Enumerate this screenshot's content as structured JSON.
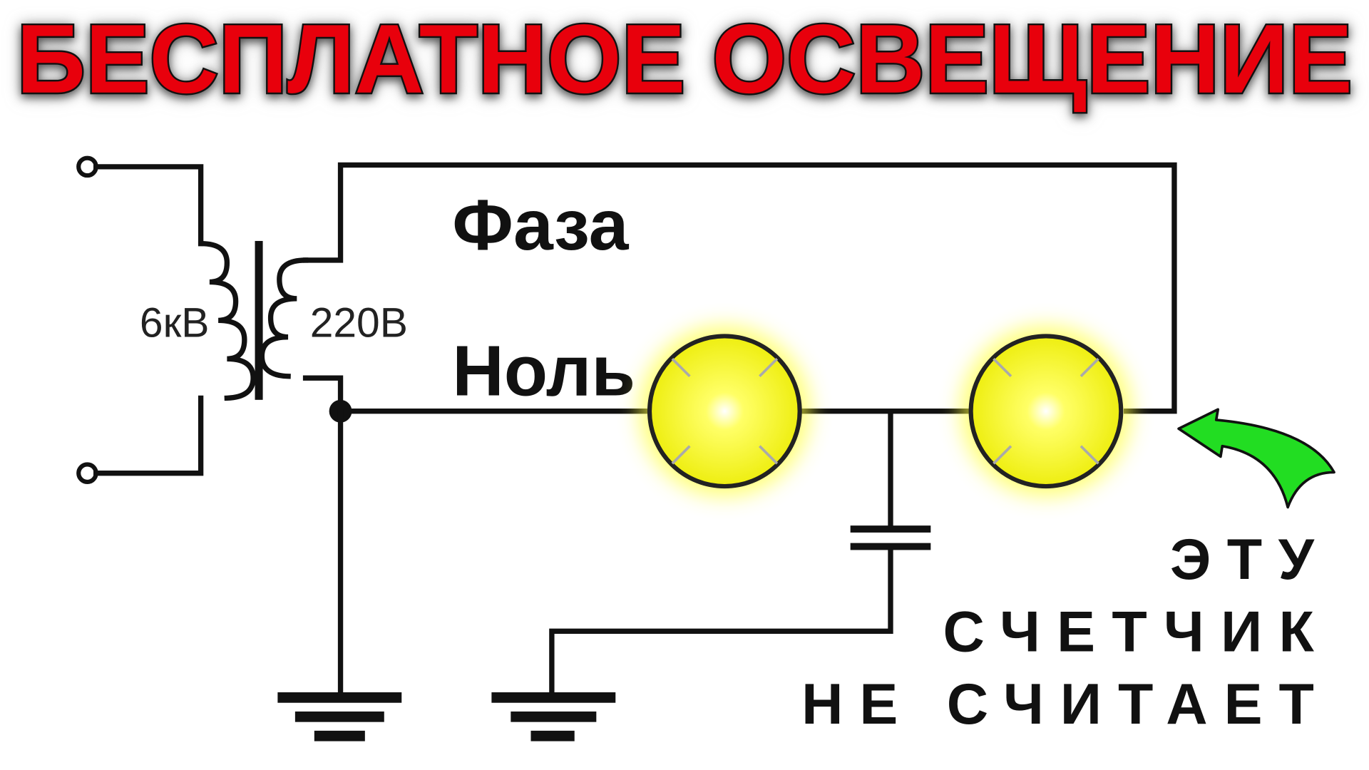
{
  "title": "БЕСПЛАТНОЕ ОСВЕЩЕНИЕ",
  "labels": {
    "phase": "Фаза",
    "neutral": "Ноль",
    "primary_voltage": "6кВ",
    "secondary_voltage": "220В"
  },
  "caption": {
    "line1": "ЭТУ",
    "line2": "СЧЕТЧИК",
    "line3": "НЕ СЧИТАЕТ"
  },
  "colors": {
    "title": "#e8000c",
    "lamp": "#ffff33",
    "arrow": "#22dd22"
  }
}
